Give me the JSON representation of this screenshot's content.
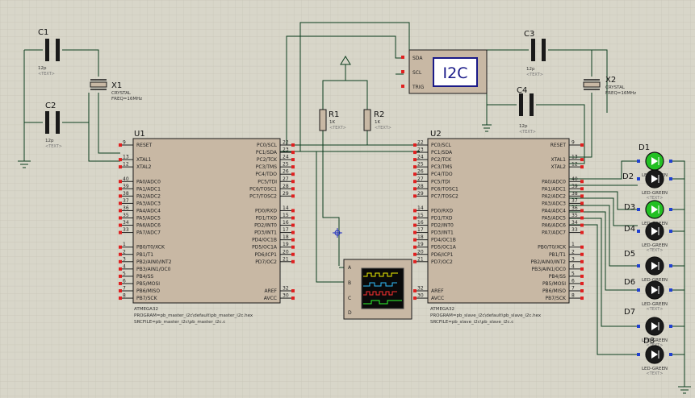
{
  "colors": {
    "background": "#d8d6c9",
    "grid": "#c6c4b6",
    "chip": "#c8b8a4",
    "wire": "#0b3d1e",
    "pinTip": "#e02020",
    "led": "#1a1a1a",
    "ledOn": "#22c022",
    "i2cText": "#1a1a88"
  },
  "capacitors": [
    {
      "ref": "C1",
      "value": "12p",
      "text": "<TEXT>"
    },
    {
      "ref": "C2",
      "value": "12p",
      "text": "<TEXT>"
    },
    {
      "ref": "C3",
      "value": "12p",
      "text": "<TEXT>"
    },
    {
      "ref": "C4",
      "value": "12p",
      "text": "<TEXT>"
    }
  ],
  "crystals": [
    {
      "ref": "X1",
      "type": "CRYSTAL",
      "freq": "FREQ=16MHz"
    },
    {
      "ref": "X2",
      "type": "CRYSTAL",
      "freq": "FREQ=16MHz"
    }
  ],
  "resistors": [
    {
      "ref": "R1",
      "value": "1K",
      "text": "<TEXT>"
    },
    {
      "ref": "R2",
      "value": "1K",
      "text": "<TEXT>"
    }
  ],
  "i2c": {
    "label": "I2C",
    "pins": [
      "SDA",
      "SCL",
      "TRIG"
    ]
  },
  "scope": {
    "channels": [
      "A",
      "B",
      "C",
      "D"
    ]
  },
  "u1": {
    "ref": "U1",
    "part": "ATMEGA32",
    "program": "PROGRAM=pb_master_i2c\\default\\pb_master_i2c.hex",
    "srcfile": "SRCFILE=pb_master_i2c\\pb_master_i2c.c",
    "left": [
      [
        "9",
        "RESET"
      ],
      [
        "",
        ""
      ],
      [
        "13",
        "XTAL1"
      ],
      [
        "12",
        "XTAL2"
      ],
      [
        "",
        ""
      ],
      [
        "40",
        "PA0/ADC0"
      ],
      [
        "39",
        "PA1/ADC1"
      ],
      [
        "38",
        "PA2/ADC2"
      ],
      [
        "37",
        "PA3/ADC3"
      ],
      [
        "36",
        "PA4/ADC4"
      ],
      [
        "35",
        "PA5/ADC5"
      ],
      [
        "34",
        "PA6/ADC6"
      ],
      [
        "33",
        "PA7/ADC7"
      ],
      [
        "",
        ""
      ],
      [
        "1",
        "PB0/T0/XCK"
      ],
      [
        "2",
        "PB1/T1"
      ],
      [
        "3",
        "PB2/AIN0/INT2"
      ],
      [
        "4",
        "PB3/AIN1/OC0"
      ],
      [
        "5",
        "PB4/SS"
      ],
      [
        "6",
        "PB5/MOSI"
      ],
      [
        "7",
        "PB6/MISO"
      ],
      [
        "8",
        "PB7/SCK"
      ]
    ],
    "right": [
      [
        "22",
        "PC0/SCL"
      ],
      [
        "23",
        "PC1/SDA"
      ],
      [
        "24",
        "PC2/TCK"
      ],
      [
        "25",
        "PC3/TMS"
      ],
      [
        "26",
        "PC4/TDO"
      ],
      [
        "27",
        "PC5/TDI"
      ],
      [
        "28",
        "PC6/TOSC1"
      ],
      [
        "29",
        "PC7/TOSC2"
      ],
      [
        "",
        ""
      ],
      [
        "14",
        "PD0/RXD"
      ],
      [
        "15",
        "PD1/TXD"
      ],
      [
        "16",
        "PD2/INT0"
      ],
      [
        "17",
        "PD3/INT1"
      ],
      [
        "18",
        "PD4/OC1B"
      ],
      [
        "19",
        "PD5/OC1A"
      ],
      [
        "20",
        "PD6/ICP1"
      ],
      [
        "21",
        "PD7/OC2"
      ],
      [
        "",
        ""
      ],
      [
        "",
        ""
      ],
      [
        "",
        ""
      ],
      [
        "32",
        "AREF"
      ],
      [
        "30",
        "AVCC"
      ]
    ]
  },
  "u2": {
    "ref": "U2",
    "part": "ATMEGA32",
    "program": "PROGRAM=pb_slave_i2c\\default\\pb_slave_i2c.hex",
    "srcfile": "SRCFILE=pb_slave_i2c\\pb_slave_i2c.c",
    "left": [
      [
        "22",
        "PC0/SCL"
      ],
      [
        "23",
        "PC1/SDA"
      ],
      [
        "24",
        "PC2/TCK"
      ],
      [
        "25",
        "PC3/TMS"
      ],
      [
        "26",
        "PC4/TDO"
      ],
      [
        "27",
        "PC5/TDI"
      ],
      [
        "28",
        "PC6/TOSC1"
      ],
      [
        "29",
        "PC7/TOSC2"
      ],
      [
        "",
        ""
      ],
      [
        "14",
        "PD0/RXD"
      ],
      [
        "15",
        "PD1/TXD"
      ],
      [
        "16",
        "PD2/INT0"
      ],
      [
        "17",
        "PD3/INT1"
      ],
      [
        "18",
        "PD4/OC1B"
      ],
      [
        "19",
        "PD5/OC1A"
      ],
      [
        "20",
        "PD6/ICP1"
      ],
      [
        "21",
        "PD7/OC2"
      ],
      [
        "",
        ""
      ],
      [
        "",
        ""
      ],
      [
        "",
        ""
      ],
      [
        "32",
        "AREF"
      ],
      [
        "30",
        "AVCC"
      ]
    ],
    "right": [
      [
        "9",
        "RESET"
      ],
      [
        "",
        ""
      ],
      [
        "13",
        "XTAL1"
      ],
      [
        "12",
        "XTAL2"
      ],
      [
        "",
        ""
      ],
      [
        "40",
        "PA0/ADC0"
      ],
      [
        "39",
        "PA1/ADC1"
      ],
      [
        "38",
        "PA2/ADC2"
      ],
      [
        "37",
        "PA3/ADC3"
      ],
      [
        "36",
        "PA4/ADC4"
      ],
      [
        "35",
        "PA5/ADC5"
      ],
      [
        "34",
        "PA6/ADC6"
      ],
      [
        "33",
        "PA7/ADC7"
      ],
      [
        "",
        ""
      ],
      [
        "1",
        "PB0/T0/XCK"
      ],
      [
        "2",
        "PB1/T1"
      ],
      [
        "3",
        "PB2/AIN0/INT2"
      ],
      [
        "4",
        "PB3/AIN1/OC0"
      ],
      [
        "5",
        "PB4/SS"
      ],
      [
        "6",
        "PB5/MOSI"
      ],
      [
        "7",
        "PB6/MISO"
      ],
      [
        "8",
        "PB7/SCK"
      ]
    ]
  },
  "leds": [
    {
      "ref": "D1",
      "type": "LED-GREEN",
      "text": "<TEXT>",
      "on": true
    },
    {
      "ref": "D2",
      "type": "LED-GREEN",
      "text": "<TEXT>",
      "on": false
    },
    {
      "ref": "D3",
      "type": "LED-GREEN",
      "text": "<TEXT>",
      "on": true
    },
    {
      "ref": "D4",
      "type": "LED-GREEN",
      "text": "<TEXT>",
      "on": false
    },
    {
      "ref": "D5",
      "type": "LED-GREEN",
      "text": "<TEXT>",
      "on": false
    },
    {
      "ref": "D6",
      "type": "LED-GREEN",
      "text": "<TEXT>",
      "on": false
    },
    {
      "ref": "D7",
      "type": "LED-GREEN",
      "text": "<TEXT>",
      "on": false
    },
    {
      "ref": "D8",
      "type": "LED-GREEN",
      "text": "<TEXT>",
      "on": false
    }
  ]
}
